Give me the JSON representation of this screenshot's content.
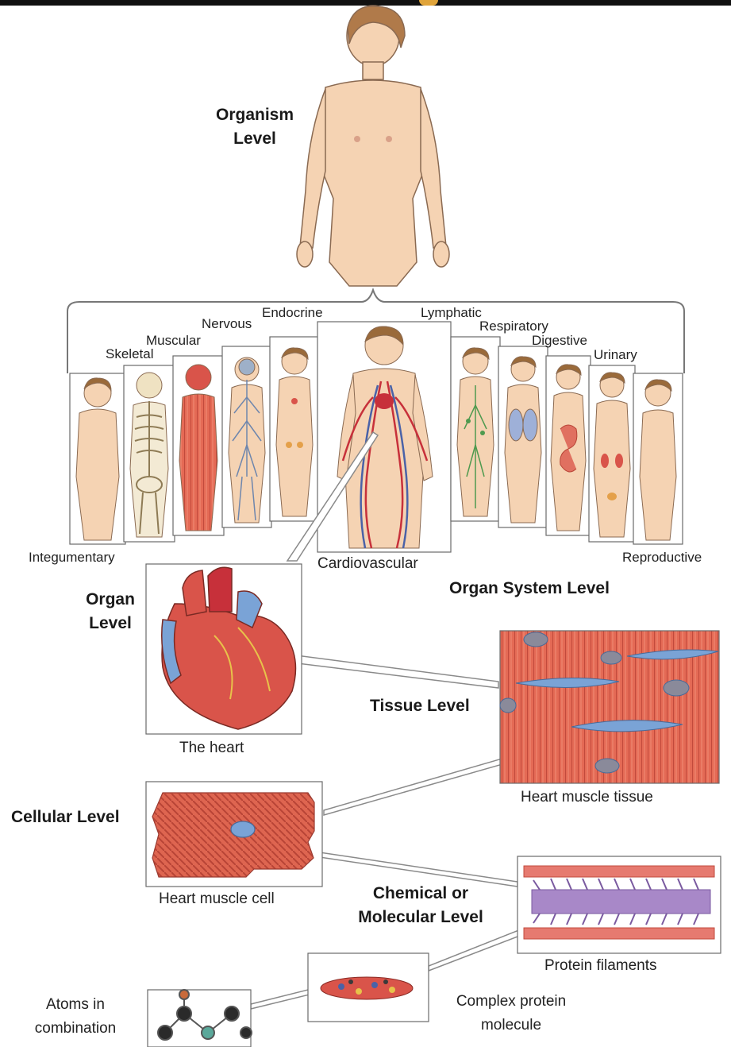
{
  "levels": {
    "organism": "Organism\nLevel",
    "organ_system": "Organ System Level",
    "organ": "Organ\nLevel",
    "tissue": "Tissue Level",
    "cellular": "Cellular Level",
    "chemical": "Chemical or\nMolecular Level"
  },
  "systems": {
    "integumentary": "Integumentary",
    "skeletal": "Skeletal",
    "muscular": "Muscular",
    "nervous": "Nervous",
    "endocrine": "Endocrine",
    "cardiovascular": "Cardiovascular",
    "lymphatic": "Lymphatic",
    "respiratory": "Respiratory",
    "digestive": "Digestive",
    "urinary": "Urinary",
    "reproductive": "Reproductive"
  },
  "captions": {
    "heart": "The heart",
    "tissue": "Heart muscle tissue",
    "cell": "Heart muscle cell",
    "filaments": "Protein filaments",
    "molecule": "Complex protein\nmolecule",
    "atoms": "Atoms in\ncombination"
  },
  "colors": {
    "skin": "#f5d3b3",
    "muscle": "#d9544a",
    "vessel_blue": "#7aa3d6",
    "bone": "#efe2c2",
    "outline": "#555555"
  }
}
